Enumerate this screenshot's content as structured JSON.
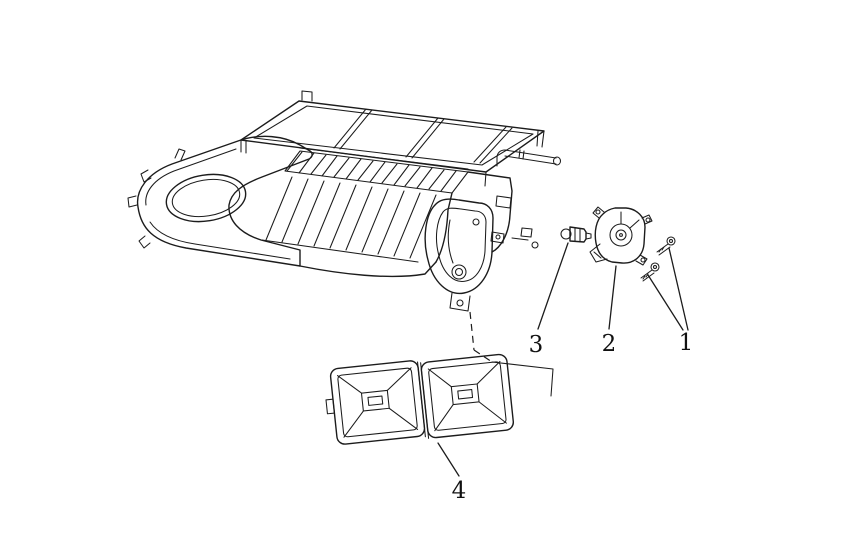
{
  "page": {
    "background_color": "#ffffff",
    "line_color": "#1c1c1c"
  },
  "figure": {
    "kind": "exploded-parts-diagram",
    "subject": "HVAC module assembly with actuator, clip, screws and filter-door panels",
    "callouts": [
      {
        "label": "1",
        "points_to": "screws"
      },
      {
        "label": "2",
        "points_to": "actuator"
      },
      {
        "label": "3",
        "points_to": "shaft-clip"
      },
      {
        "label": "4",
        "points_to": "filter-door-assembly"
      }
    ]
  }
}
